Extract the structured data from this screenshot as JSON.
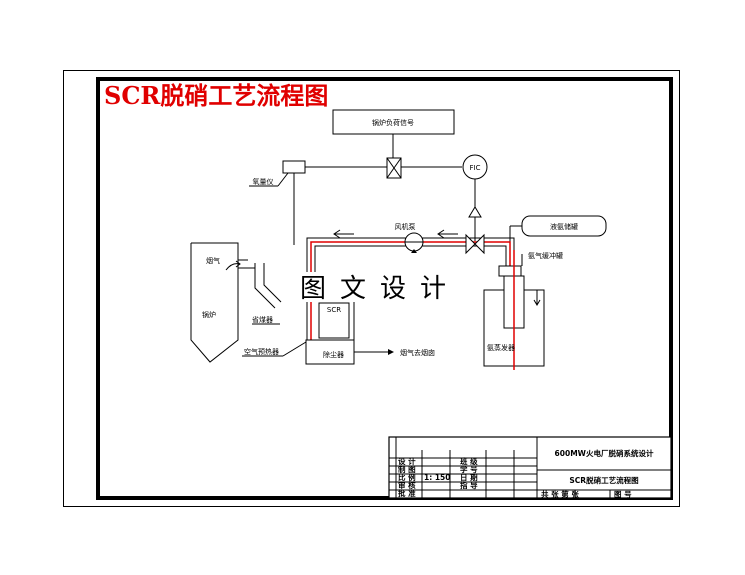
{
  "title": "SCR脱硝工艺流程图",
  "watermark": "图文设计",
  "labels": {
    "boiler_load_signal": "锅炉负荷信号",
    "analyzer": "氧量仪",
    "fic": "FIC",
    "ammonia_tank_box": "液氨储罐",
    "dilution_fan": "风机泵",
    "ammonia_evaporator_note": "氨气缓冲罐",
    "flue_gas": "烟气",
    "boiler": "锅炉",
    "economizer": "省煤器",
    "scr": "SCR",
    "air_preheater": "空气预热器",
    "dust_remover": "除尘器",
    "to_chimney": "烟气去烟囱",
    "ammonia_evaporator": "氨蒸发器"
  },
  "title_block": {
    "project": "600MW火电厂脱硝系统设计",
    "drawing_name": "SCR脱硝工艺流程图",
    "rows": [
      {
        "role": "设 计",
        "field": "班 级"
      },
      {
        "role": "制 图",
        "field": "学 号"
      },
      {
        "role": "比 例",
        "value": "1: 150",
        "field": "日 期"
      },
      {
        "role": "审 核",
        "field": "指 导"
      },
      {
        "role": "批 准",
        "field": ""
      }
    ],
    "bottom_cells": [
      "共 张 第 张",
      "图 号"
    ]
  },
  "colors": {
    "title": "#e00000",
    "pipe_red": "#e00000",
    "line": "#000000"
  }
}
